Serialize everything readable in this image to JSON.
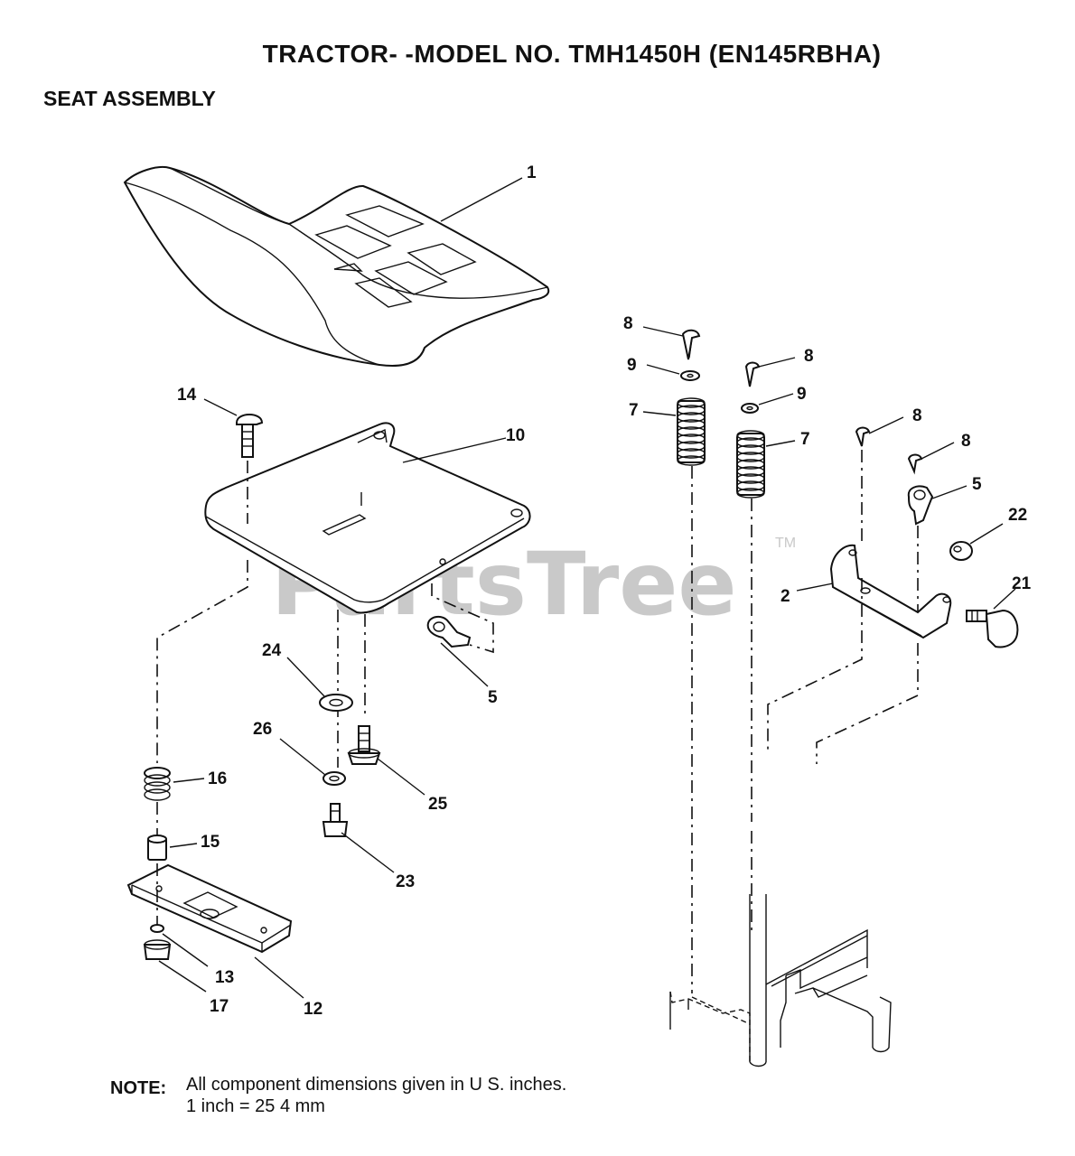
{
  "title": "TRACTOR- -MODEL NO. TMH1450H (EN145RBHA)",
  "section": "SEAT ASSEMBLY",
  "watermark": {
    "text": "PartsTree",
    "mark": "TM"
  },
  "callouts": {
    "seat": "1",
    "bracket": "2",
    "spring_right_a": "7",
    "spring_right_b": "7",
    "pin_a": "8",
    "pin_b": "8",
    "pin_c": "8",
    "pin_d": "8",
    "washer_a": "9",
    "washer_b": "9",
    "seat_pan": "10",
    "slide_plate": "12",
    "nut_small": "13",
    "carriage_bolt": "14",
    "spacer": "15",
    "spring_left": "16",
    "lock_nut": "17",
    "knob": "21",
    "bushing": "22",
    "hex_bolt": "23",
    "flat_washer": "24",
    "shoulder_bolt": "25",
    "lock_washer": "26",
    "clip_left": "5",
    "clip_right": "5"
  },
  "note": {
    "label": "NOTE:",
    "line1": "All component dimensions given in U S. inches.",
    "line2": "1 inch = 25 4 mm"
  }
}
